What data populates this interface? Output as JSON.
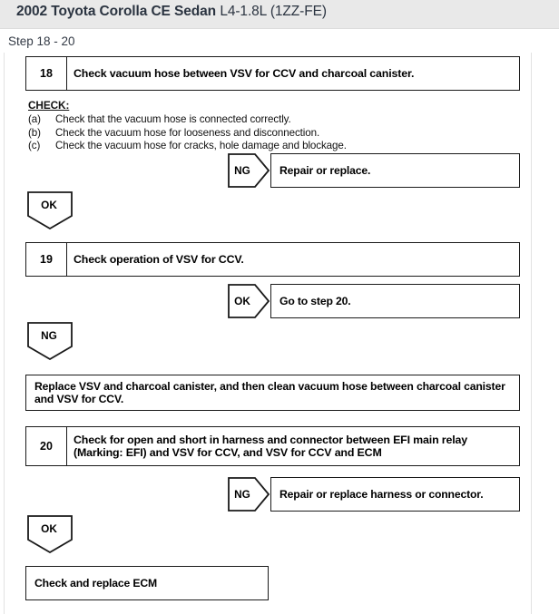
{
  "header": {
    "vehicle": "2002 Toyota Corolla CE Sedan",
    "engine": "L4-1.8L (1ZZ-FE)"
  },
  "step_label": "Step 18 - 20",
  "diagram": {
    "steps": [
      {
        "number": "18",
        "text": "Check vacuum hose between VSV for CCV and charcoal canister."
      },
      {
        "number": "19",
        "text": "Check operation of VSV for CCV."
      },
      {
        "number": "20",
        "text": "Check for open and short in harness and connector between EFI main relay (Marking: EFI) and VSV for CCV, and VSV for CCV and ECM"
      }
    ],
    "check_block": {
      "heading": "CHECK:",
      "items": [
        {
          "key": "(a)",
          "value": "Check that the vacuum hose is connected correctly."
        },
        {
          "key": "(b)",
          "value": "Check the vacuum hose for looseness and disconnection."
        },
        {
          "key": "(c)",
          "value": "Check the vacuum hose for cracks, hole damage and blockage."
        }
      ]
    },
    "branches": [
      {
        "tag": "NG",
        "text": "Repair or replace."
      },
      {
        "tag": "OK",
        "text": "Go to step 20."
      },
      {
        "tag": "NG",
        "text": "Repair or replace harness or connector."
      }
    ],
    "flow_tags": [
      {
        "tag": "OK"
      },
      {
        "tag": "NG"
      },
      {
        "tag": "OK"
      }
    ],
    "actions": [
      {
        "text": "Replace VSV and charcoal canister, and then clean vacuum hose between charcoal canister and VSV for CCV."
      },
      {
        "text": "Check and replace ECM"
      }
    ]
  },
  "colors": {
    "topbar_bg": "#e9e9e9",
    "title_text": "#2b3441",
    "line": "#1a1a1a",
    "panel_rule": "#e2e2e2"
  }
}
